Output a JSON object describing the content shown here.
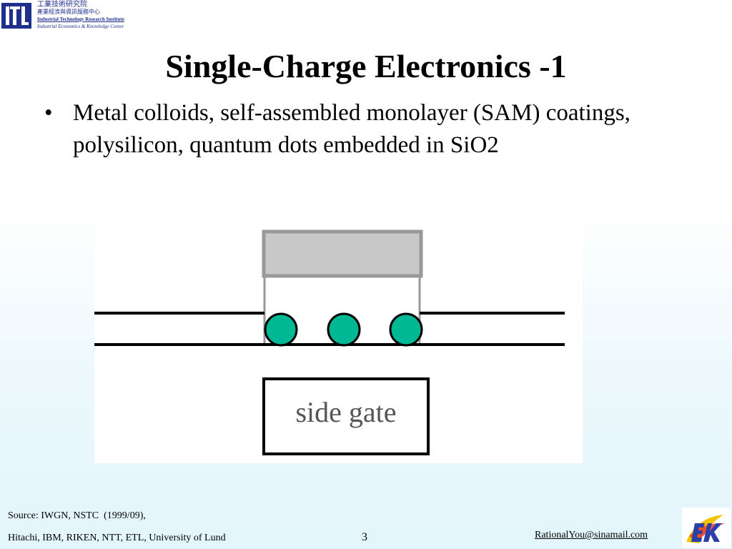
{
  "header": {
    "org_line1": "工業技術研究院",
    "org_line2": "產業經濟與資訊服務中心",
    "org_line3": "Industrial Technology Research Institute",
    "org_line4": "Industrial Economics & Knowledge Center"
  },
  "slide": {
    "title": "Single-Charge Electronics -1",
    "bullets": [
      {
        "symbol": "•",
        "text": "Metal colloids, self-assembled monolayer (SAM) coatings, polysilicon, quantum dots embedded in SiO2"
      }
    ]
  },
  "figure": {
    "gate_label": "side gate",
    "colors": {
      "top_electrode": "#c8c8c8",
      "quantum_dot": "#00b894",
      "line": "#000000",
      "frame": "#999999"
    }
  },
  "footer": {
    "source_line1": "Source: IWGN, NSTC  (1999/09),",
    "source_line2": "Hitachi, IBM, RIKEN, NTT, ETL, University of Lund",
    "page_number": "3",
    "email": "RationalYou@sinamail.com"
  }
}
